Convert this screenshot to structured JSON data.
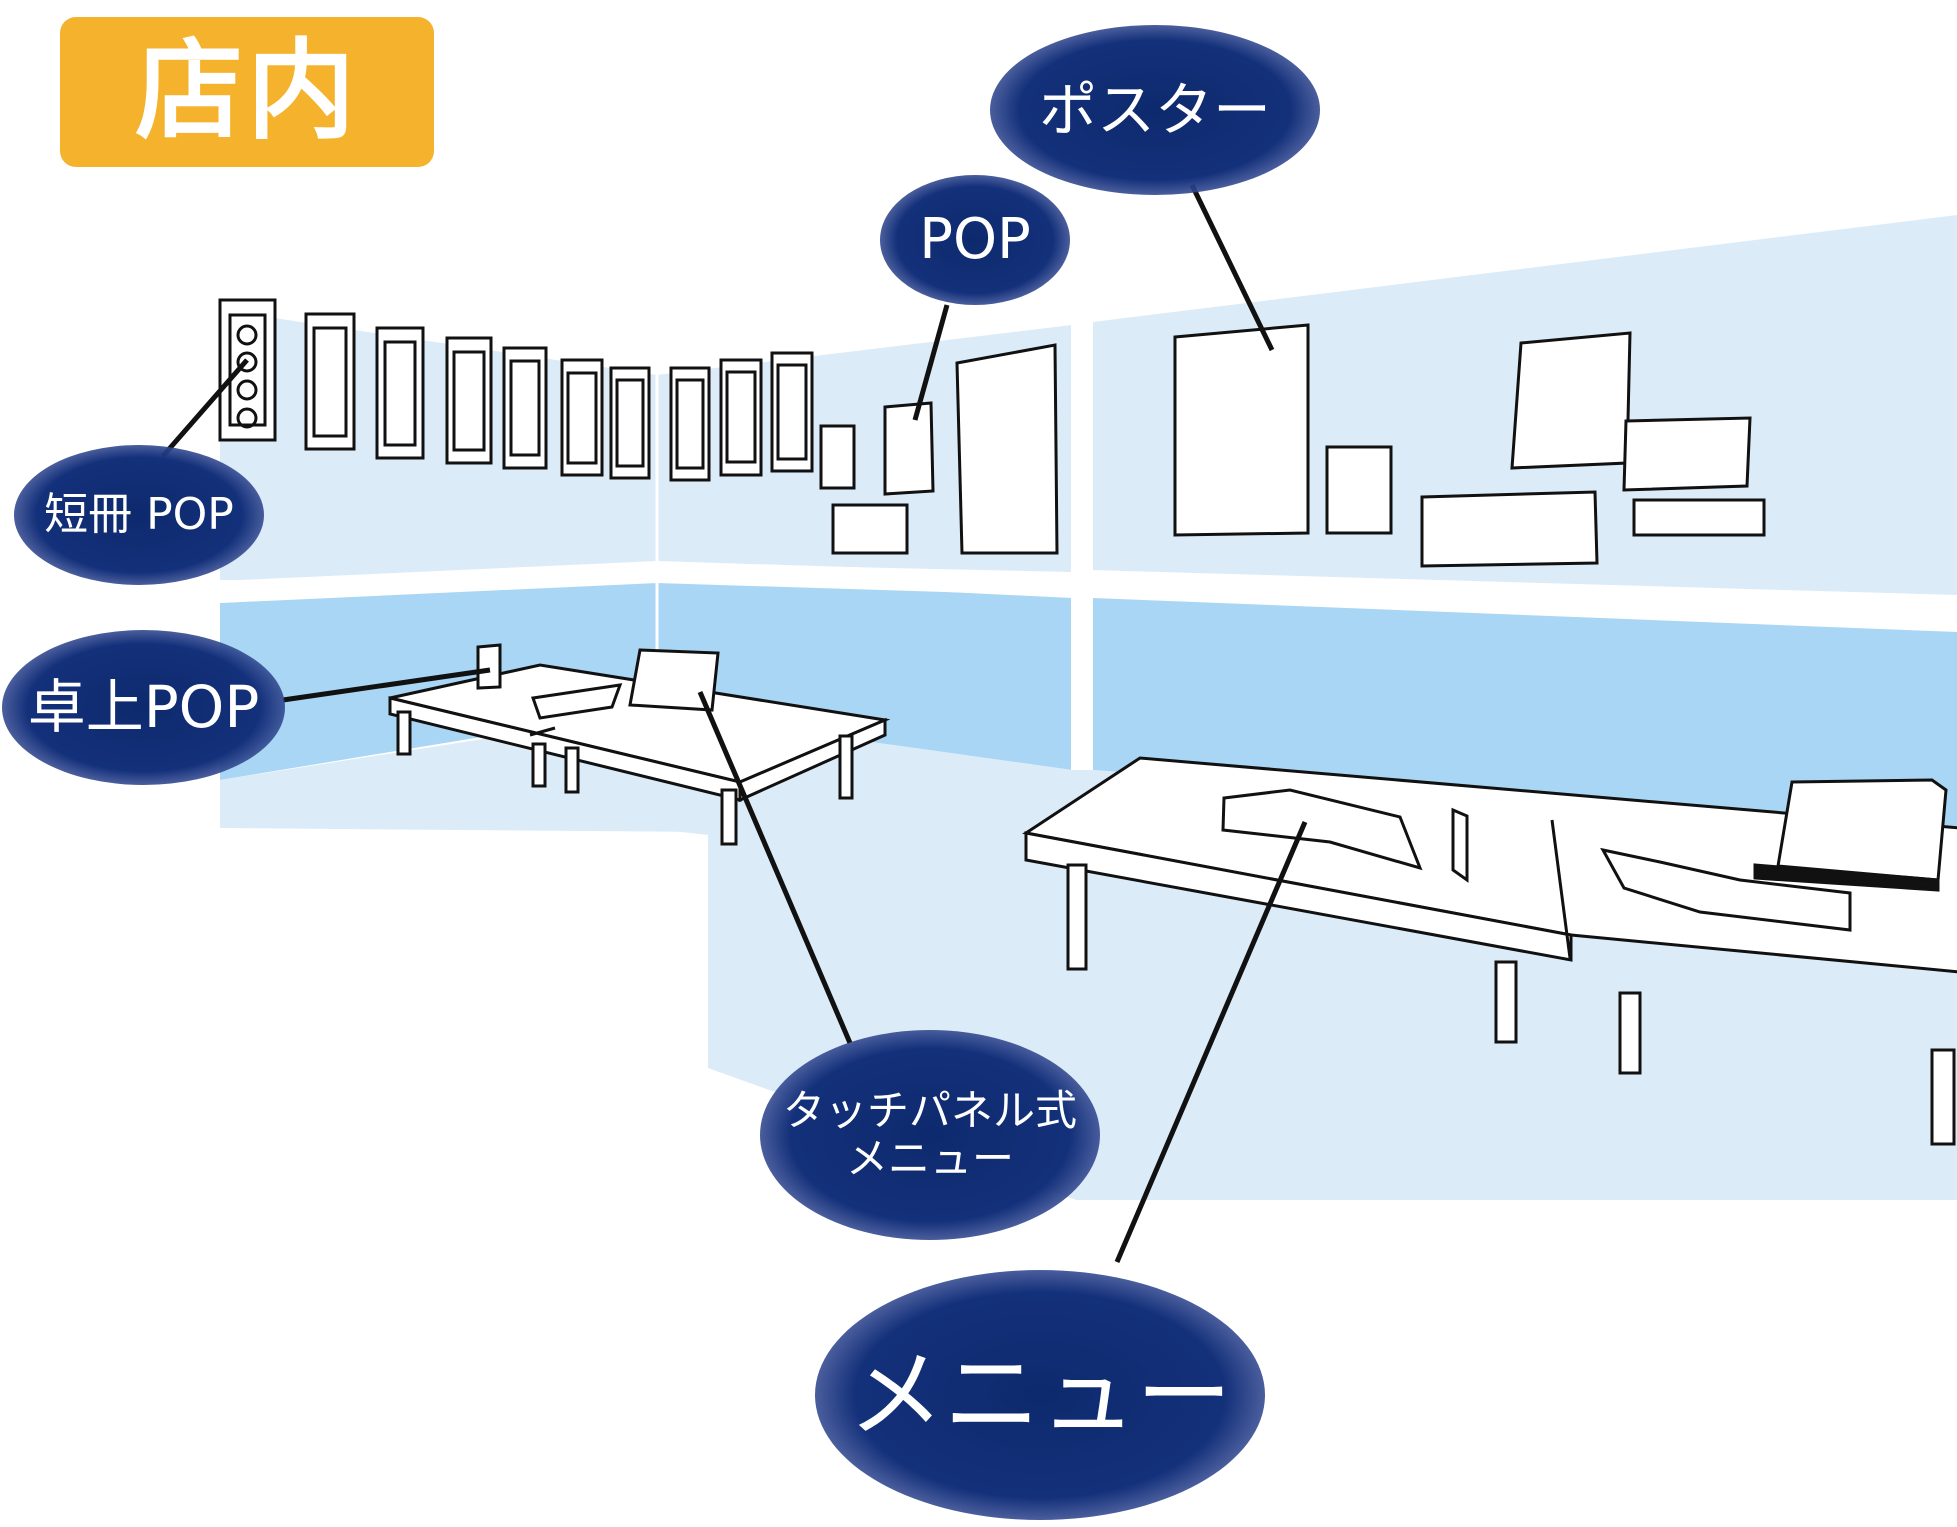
{
  "title": "店内",
  "labels": {
    "tanzaku_pop": "短冊 POP",
    "takujo_pop": "卓上POP",
    "pop": "POP",
    "poster": "ポスター",
    "touch_panel_menu_line1": "タッチパネル式",
    "touch_panel_menu_line2": "メニュー",
    "menu": "メニュー"
  },
  "colors": {
    "title_bg": "#F5B22C",
    "callout_bg": "#13307A",
    "wall_upper": "#DCEBF8",
    "wall_lower": "#A9D6F5",
    "floor": "#DCEBF8"
  }
}
